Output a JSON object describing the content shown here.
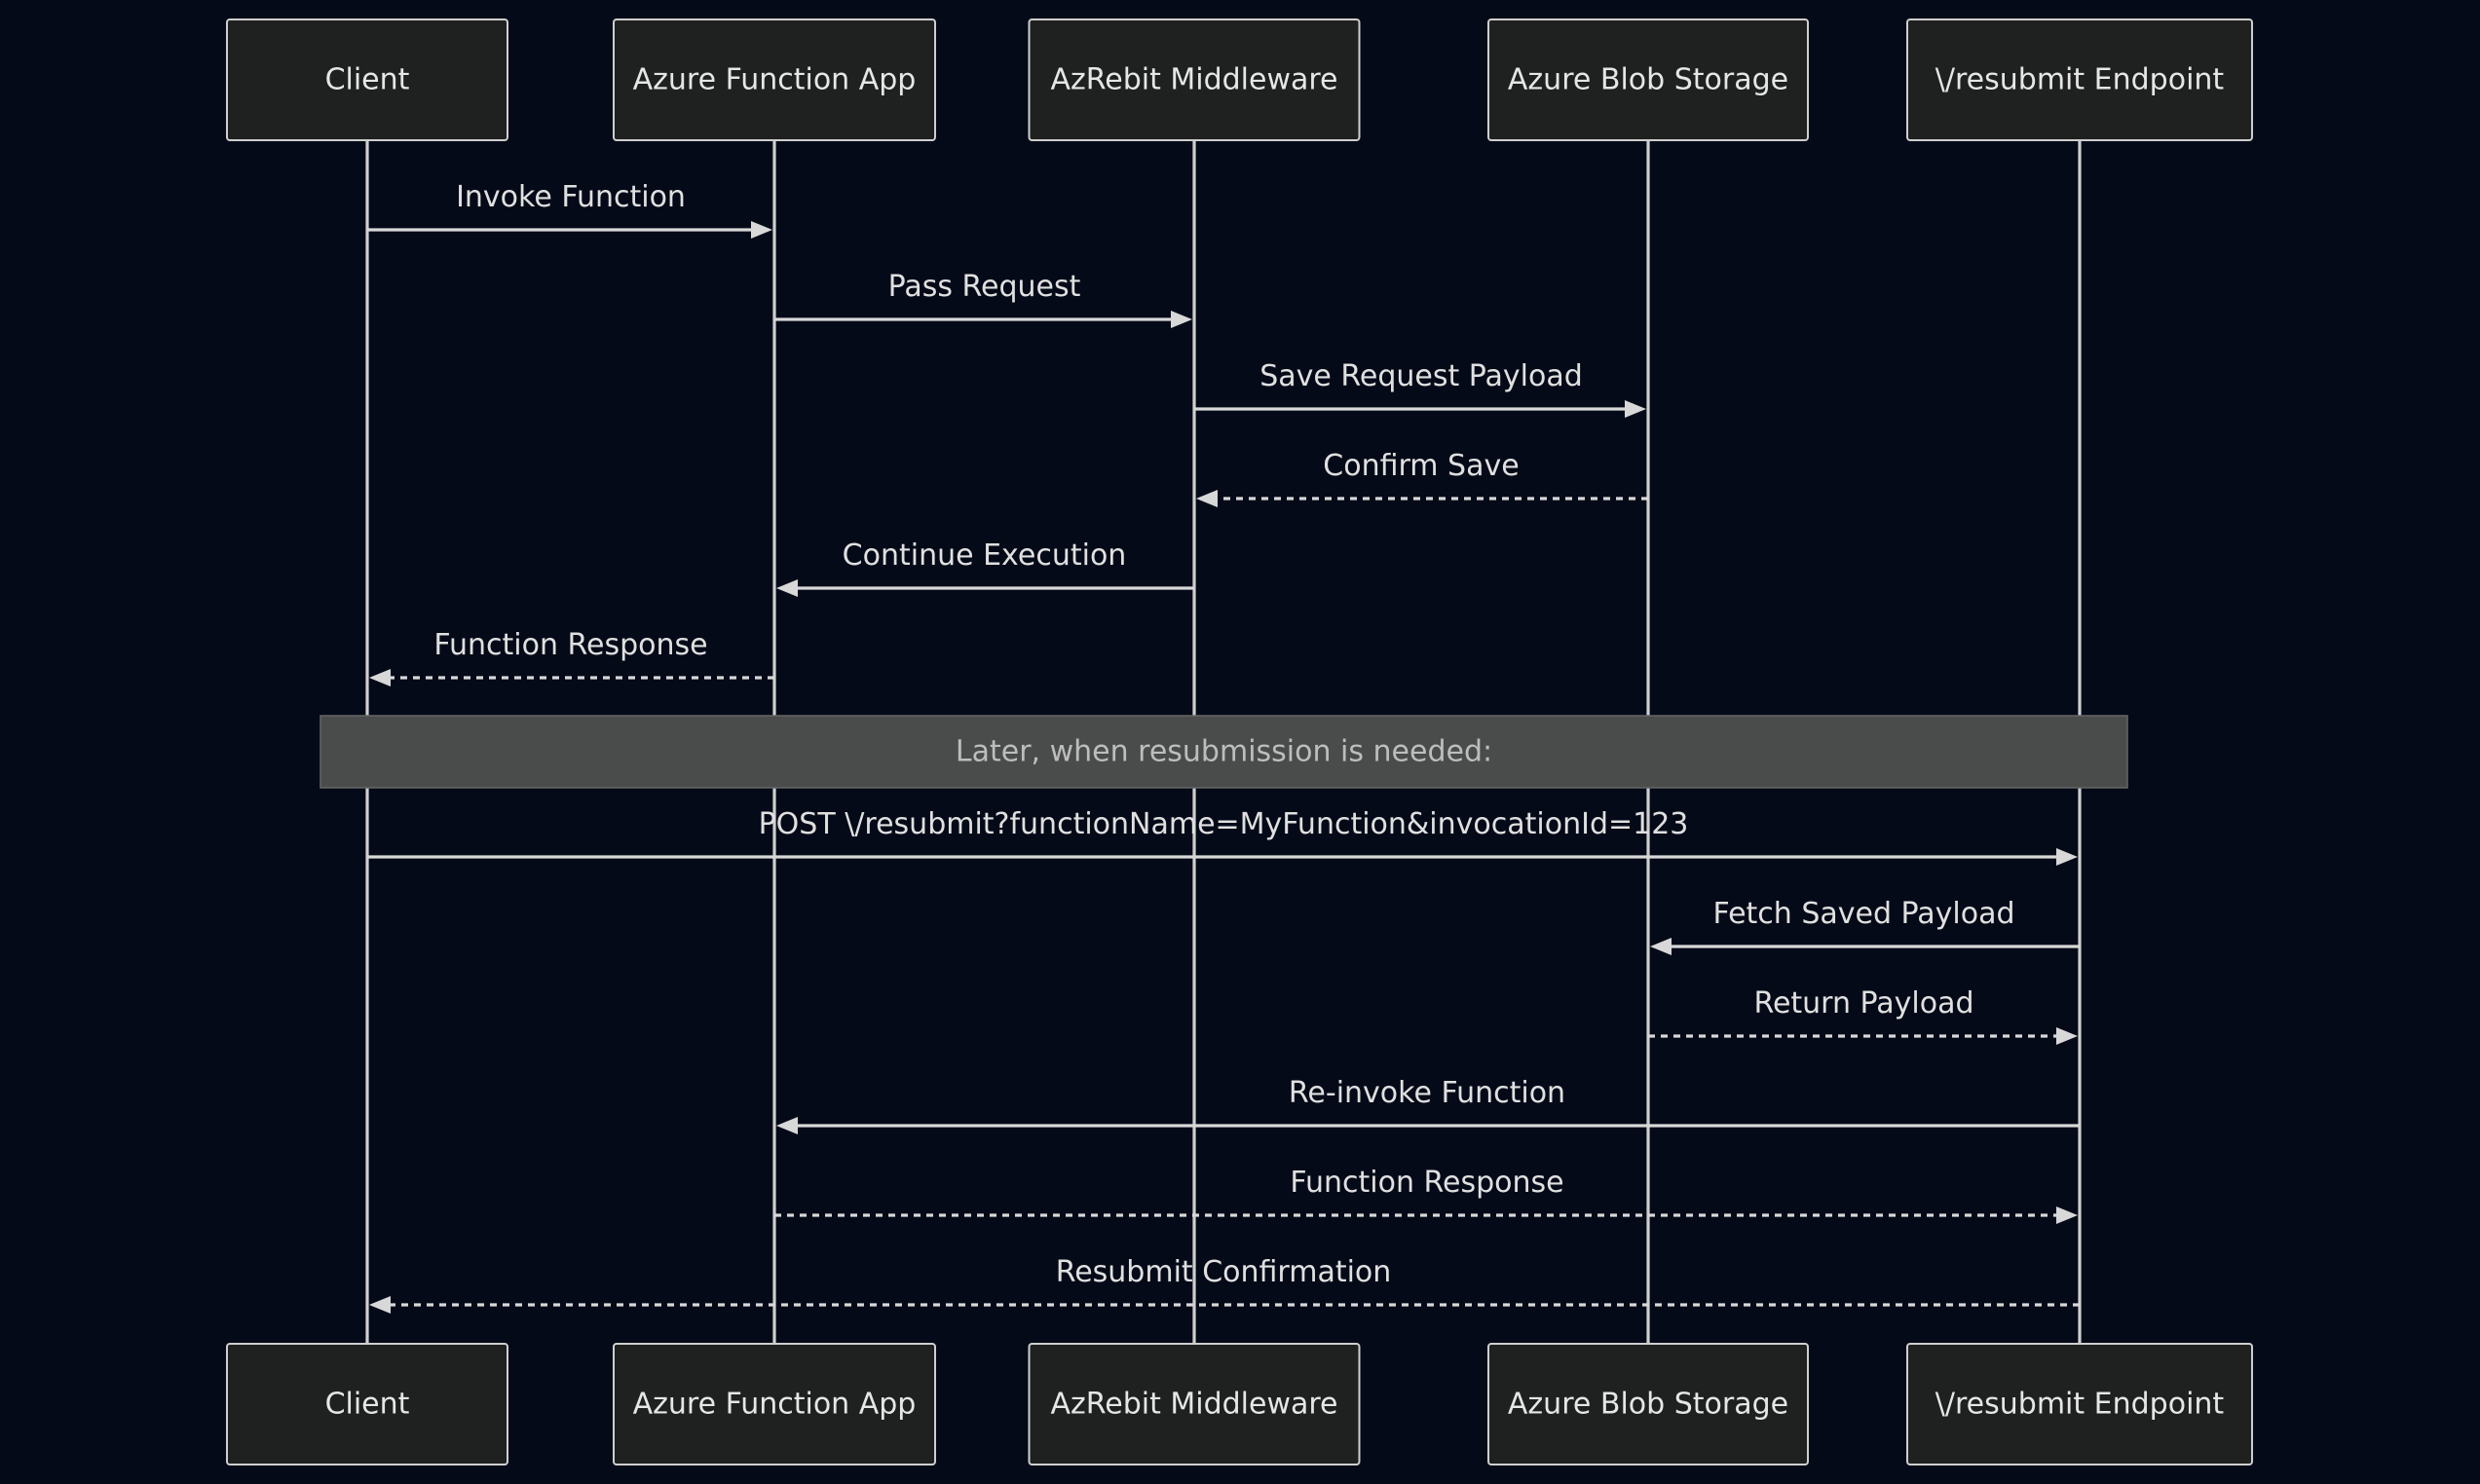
{
  "participants": [
    {
      "id": "client",
      "label": "Client"
    },
    {
      "id": "function-app",
      "label": "Azure Function App"
    },
    {
      "id": "middleware",
      "label": "AzRebit Middleware"
    },
    {
      "id": "blob-storage",
      "label": "Azure Blob Storage"
    },
    {
      "id": "resubmit-endpoint",
      "label": "\\/resubmit Endpoint"
    }
  ],
  "messages": [
    {
      "from": "client",
      "to": "function-app",
      "label": "Invoke Function",
      "style": "solid"
    },
    {
      "from": "function-app",
      "to": "middleware",
      "label": "Pass Request",
      "style": "solid"
    },
    {
      "from": "middleware",
      "to": "blob-storage",
      "label": "Save Request Payload",
      "style": "solid"
    },
    {
      "from": "blob-storage",
      "to": "middleware",
      "label": "Confirm Save",
      "style": "dashed"
    },
    {
      "from": "middleware",
      "to": "function-app",
      "label": "Continue Execution",
      "style": "solid"
    },
    {
      "from": "function-app",
      "to": "client",
      "label": "Function Response",
      "style": "dashed"
    },
    {
      "note": "Later, when resubmission is needed:"
    },
    {
      "from": "client",
      "to": "resubmit-endpoint",
      "label": "POST \\/resubmit?functionName=MyFunction&invocationId=123",
      "style": "solid"
    },
    {
      "from": "resubmit-endpoint",
      "to": "blob-storage",
      "label": "Fetch Saved Payload",
      "style": "solid"
    },
    {
      "from": "blob-storage",
      "to": "resubmit-endpoint",
      "label": "Return Payload",
      "style": "dashed"
    },
    {
      "from": "resubmit-endpoint",
      "to": "function-app",
      "label": "Re-invoke Function",
      "style": "solid"
    },
    {
      "from": "function-app",
      "to": "resubmit-endpoint",
      "label": "Function Response",
      "style": "dashed"
    },
    {
      "from": "resubmit-endpoint",
      "to": "client",
      "label": "Resubmit Confirmation",
      "style": "dashed"
    }
  ],
  "colors": {
    "background": "#050a18",
    "actor_fill": "#1f2020",
    "line": "#d8d8d8",
    "note_fill": "#4a4b4b",
    "note_text": "#bdbdbd"
  }
}
